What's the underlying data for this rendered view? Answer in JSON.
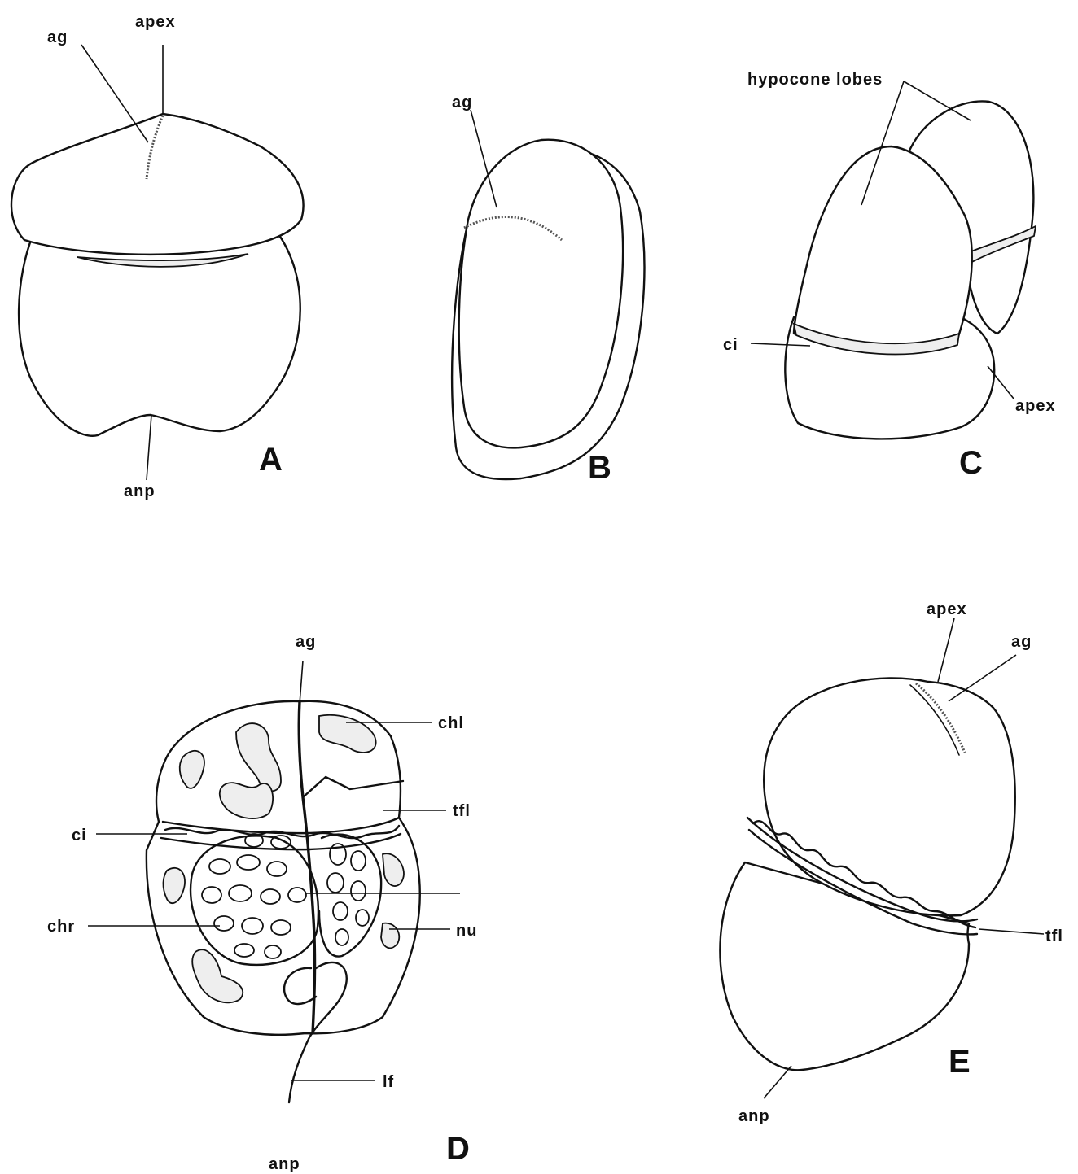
{
  "panels": {
    "A": {
      "letter": "A",
      "labels": {
        "ag": "ag",
        "apex": "apex",
        "anp": "anp"
      }
    },
    "B": {
      "letter": "B",
      "labels": {
        "ag": "ag"
      }
    },
    "C": {
      "letter": "C",
      "labels": {
        "hypocone_lobes": "hypocone lobes",
        "ci": "ci",
        "apex": "apex"
      }
    },
    "D": {
      "letter": "D",
      "labels": {
        "ag": "ag",
        "chl": "chl",
        "tfl": "tfl",
        "ci": "ci",
        "chr": "chr",
        "nu": "nu",
        "lf": "lf",
        "anp": "anp"
      }
    },
    "E": {
      "letter": "E",
      "labels": {
        "apex": "apex",
        "ag": "ag",
        "tfl": "tfl",
        "anp": "anp"
      }
    }
  }
}
